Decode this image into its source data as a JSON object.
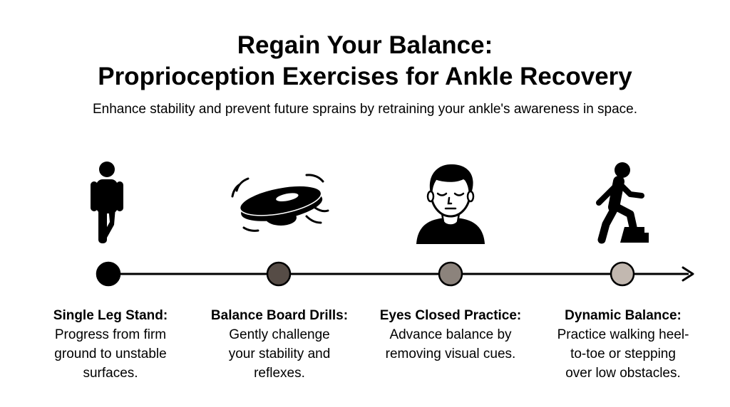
{
  "title": {
    "line1": "Regain Your Balance:",
    "line2": "Proprioception Exercises for Ankle Recovery"
  },
  "subtitle": "Enhance stability and prevent future sprains by retraining your ankle's awareness in space.",
  "colors": {
    "node1": "#000000",
    "node2": "#564c46",
    "node3": "#8c837c",
    "node4": "#c2b8b0"
  },
  "steps": [
    {
      "icon": "single-leg-stand-icon",
      "title": "Single Leg Stand:",
      "desc_lines": [
        "Progress from firm",
        "ground to unstable",
        "surfaces."
      ]
    },
    {
      "icon": "balance-board-icon",
      "title": "Balance Board Drills:",
      "desc_lines": [
        "Gently challenge",
        "your stability and",
        "reflexes."
      ]
    },
    {
      "icon": "eyes-closed-face-icon",
      "title": "Eyes Closed Practice:",
      "desc_lines": [
        "Advance balance by",
        "removing visual cues."
      ]
    },
    {
      "icon": "step-over-obstacle-icon",
      "title": "Dynamic Balance:",
      "desc_lines": [
        "Practice walking heel-",
        "to-toe or stepping",
        "over low obstacles."
      ]
    }
  ]
}
